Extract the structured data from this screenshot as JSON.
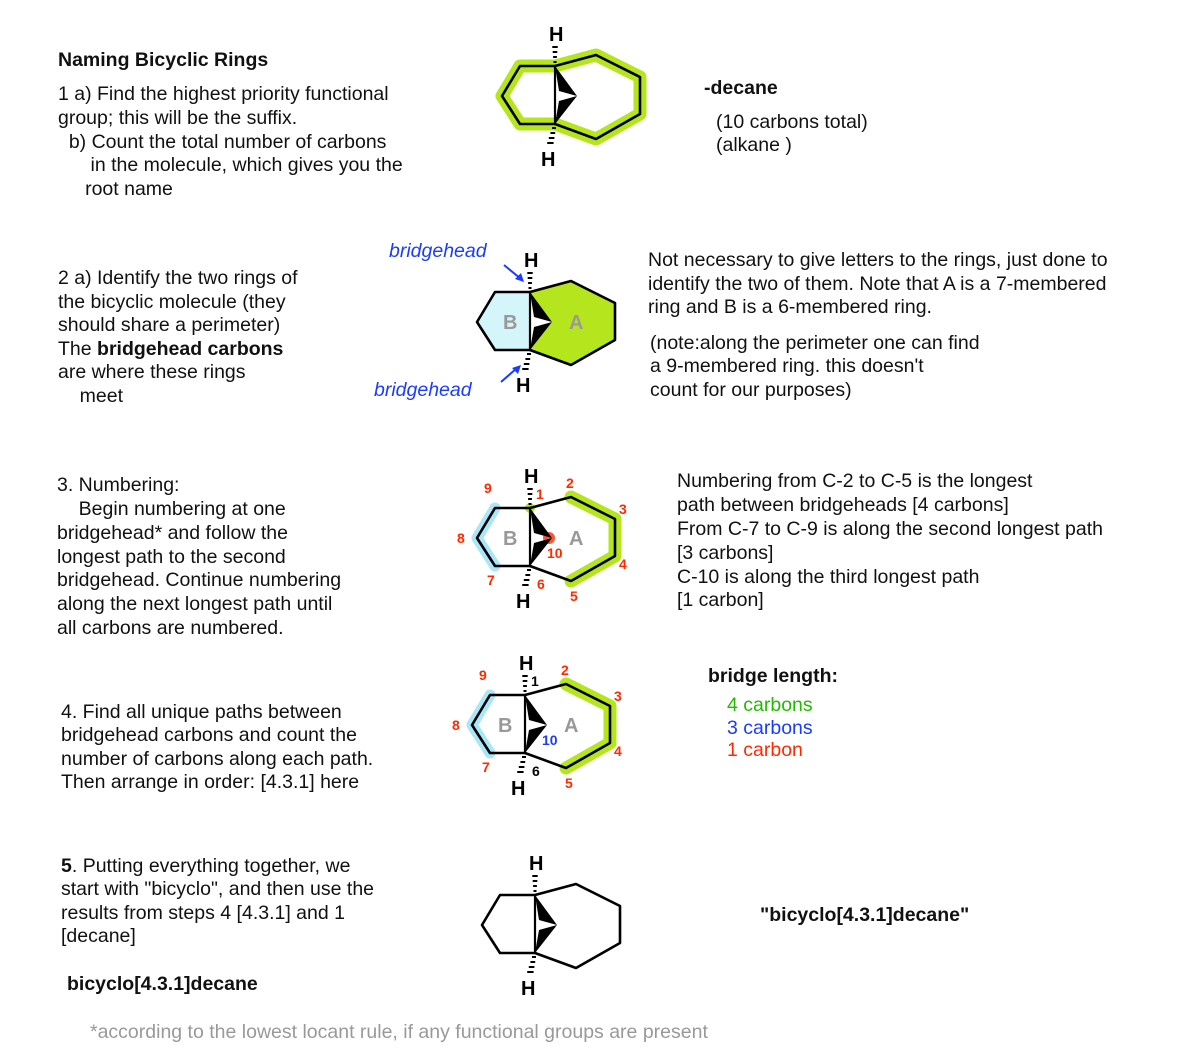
{
  "title": "Naming Bicyclic Rings",
  "step1": {
    "lines": [
      "1 a) Find the highest priority functional",
      "group; this will be the suffix.",
      "  b) Count the total number of carbons",
      "      in the molecule, which gives you the",
      "     root name"
    ],
    "suffix": "-decane",
    "note1": "(10 carbons total)",
    "note2": "(alkane )"
  },
  "step2": {
    "lines": [
      "2 a) Identify the two rings of",
      "the bicyclic molecule (they",
      "should share a perimeter)"
    ],
    "line4_pre": "The ",
    "line4_bold": "bridgehead carbons",
    "lines_after": [
      "are where these rings",
      "    meet"
    ],
    "bridgehead_label": "bridgehead",
    "note": [
      "Not necessary to give letters to the rings, just done to",
      "identify the two of them. Note that A is a 7-membered",
      "ring and B is a 6-membered ring."
    ],
    "note2": [
      "(note:along the perimeter one can find",
      "a 9-membered ring. this doesn't",
      "count for our purposes)"
    ]
  },
  "step3": {
    "lines": [
      "3. Numbering:",
      "    Begin numbering at one",
      "bridgehead* and follow the",
      "longest path to the second",
      "bridgehead. Continue numbering",
      "along the next longest path until",
      "all carbons are numbered."
    ],
    "note": [
      "Numbering from C-2 to C-5 is the longest",
      "path between bridgeheads [4 carbons]",
      "From C-7 to C-9 is along the second longest path",
      "[3 carbons]",
      "C-10 is along the third longest path",
      "[1 carbon]"
    ]
  },
  "step4": {
    "lines": [
      "4. Find all unique paths between",
      "bridgehead carbons and count the",
      "number of carbons along each path.",
      "Then arrange in order: [4.3.1] here"
    ],
    "bridge_title": "bridge length:",
    "bridges": [
      {
        "text": "4 carbons",
        "color": "#22bb00"
      },
      {
        "text": "3 carbons",
        "color": "#1a3cff"
      },
      {
        "text": "1 carbon",
        "color": "#ff2a00"
      }
    ]
  },
  "step5": {
    "num": "5",
    "lines_first": ". Putting everything together, we",
    "lines": [
      "start with \"bicyclo\", and then use the",
      "results from steps 4 [4.3.1] and 1",
      "[decane]"
    ],
    "answer_left": "bicyclo[4.3.1]decane",
    "answer_right": "\"bicyclo[4.3.1]decane\""
  },
  "footnote": "*according to the lowest locant rule, if any functional groups are present",
  "molecule": {
    "H": "H",
    "ring_a": "A",
    "ring_b": "B",
    "numbers": [
      "1",
      "2",
      "3",
      "4",
      "5",
      "6",
      "7",
      "8",
      "9",
      "10"
    ]
  },
  "colors": {
    "green": "#b5e61d",
    "cyan": "#a8e6f8",
    "ring_b_fill": "#d4f6fa",
    "red": "#ff2a00",
    "blue": "#1a3cff"
  }
}
